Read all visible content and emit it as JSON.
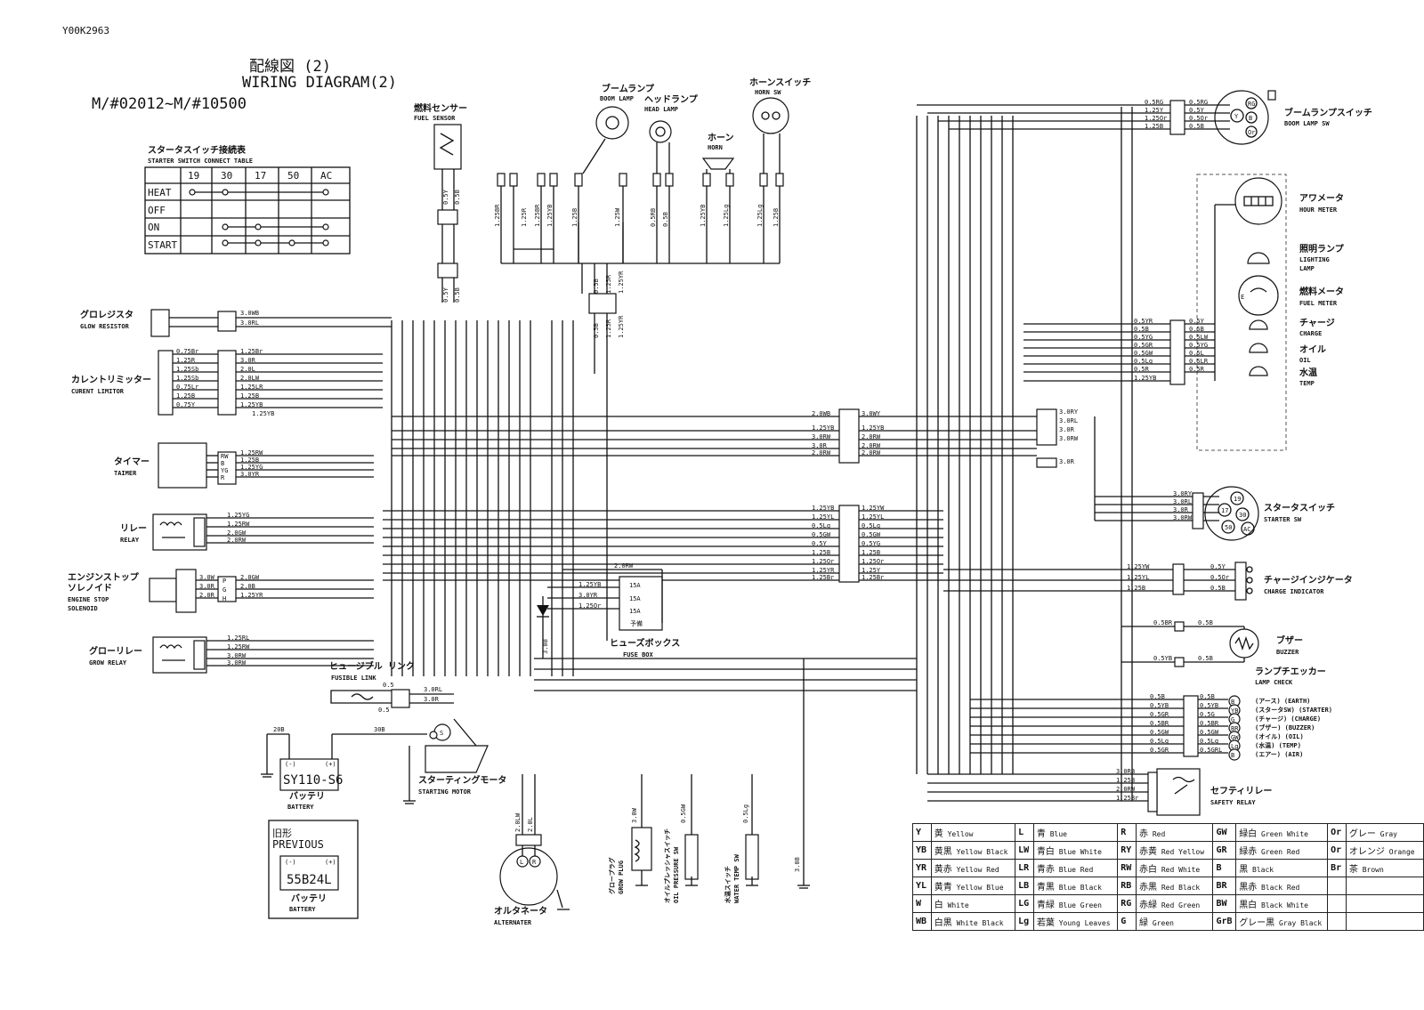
{
  "doc_id": "Y00K2963",
  "title": {
    "jp": "配線図 (2)",
    "en": "WIRING DIAGRAM(2)",
    "serial_range": "M/#02012~M/#10500"
  },
  "switch_table": {
    "title_jp": "スタータスイッチ接続表",
    "title_en": "STARTER SWITCH CONNECT TABLE",
    "columns": [
      "19",
      "30",
      "17",
      "50",
      "AC"
    ],
    "rows": [
      "HEAT",
      "OFF",
      "ON",
      "START"
    ]
  },
  "components": {
    "glow_resistor": {
      "jp": "グロレジスタ",
      "en": "GLOW RESISTOR"
    },
    "current_limitor": {
      "jp": "カレントリミッター",
      "en": "CURENT LIMITOR"
    },
    "timer": {
      "jp": "タイマー",
      "en": "TAIMER"
    },
    "relay": {
      "jp": "リレー",
      "en": "RELAY"
    },
    "engine_stop": {
      "jp1": "エンジンストップ",
      "jp2": "ソレノイド",
      "en1": "ENGINE STOP",
      "en2": "SOLENOID"
    },
    "glow_relay": {
      "jp": "グローリレー",
      "en": "GROW RELAY"
    },
    "fusible_link": {
      "jp": "ヒュージブル リンク",
      "en": "FUSIBLE LINK"
    },
    "battery": {
      "model": "SY110-S6",
      "jp": "バッテリ",
      "en": "BATTERY"
    },
    "previous_battery": {
      "jp": "旧形",
      "en": "PREVIOUS",
      "model": "55B24L",
      "bjp": "バッテリ",
      "ben": "BATTERY"
    },
    "starting_motor": {
      "jp": "スターティングモータ",
      "en": "STARTING MOTOR"
    },
    "alternator": {
      "jp": "オルタネータ",
      "en": "ALTERNATER"
    },
    "glow_plug": {
      "jp": "グロープラグ",
      "en": "GROW PLUG"
    },
    "oil_pressure_sw": {
      "jp": "オイルプレッシャスイッチ",
      "en": "OIL PRESSURE SW"
    },
    "water_temp_sw": {
      "jp": "水温スイッチ",
      "en": "WATER TEMP SW"
    },
    "fuel_sensor": {
      "jp": "燃料センサー",
      "en": "FUEL SENSOR"
    },
    "boom_lamp": {
      "jp": "ブームランプ",
      "en": "BOOM LAMP"
    },
    "head_lamp": {
      "jp": "ヘッドランプ",
      "en": "HEAD LAMP"
    },
    "horn": {
      "jp": "ホーン",
      "en": "HORN"
    },
    "horn_sw": {
      "jp": "ホーンスイッチ",
      "en": "HORN SW"
    },
    "fuse_box": {
      "jp": "ヒューズボックス",
      "en": "FUSE BOX"
    },
    "boom_lamp_sw": {
      "jp": "ブームランプスイッチ",
      "en": "BOOM LAMP SW"
    },
    "hour_meter": {
      "jp": "アワメータ",
      "en": "HOUR METER"
    },
    "lighting_lamp": {
      "jp": "照明ランプ",
      "en1": "LIGHTING",
      "en2": "LAMP"
    },
    "fuel_meter": {
      "jp": "燃料メータ",
      "en": "FUEL METER"
    },
    "charge": {
      "jp": "チャージ",
      "en": "CHARGE"
    },
    "oil": {
      "jp": "オイル",
      "en": "OIL"
    },
    "temp": {
      "jp": "水温",
      "en": "TEMP"
    },
    "starter_sw": {
      "jp": "スタータスイッチ",
      "en": "STARTER SW"
    },
    "charge_indicator": {
      "jp": "チャージインジケータ",
      "en": "CHARGE INDICATOR"
    },
    "buzzer": {
      "jp": "ブザー",
      "en": "BUZZER"
    },
    "lamp_check": {
      "jp": "ランプチエッカー",
      "en": "LAMP CHECK",
      "items": [
        "(アース) (EARTH)",
        "(スタータSW) (STARTER)",
        "(チャージ) (CHARGE)",
        "(ブザー) (BUZZER)",
        "(オイル) (OIL)",
        "(水温) (TEMP)",
        "(エアー) (AIR)"
      ]
    },
    "safety_relay": {
      "jp": "セフティリレー",
      "en": "SAFETY RELAY"
    }
  },
  "fuse_box_fuses": [
    "15A",
    "15A",
    "15A",
    "予備"
  ],
  "wire_labels": {
    "glow_res": [
      "3.0WB",
      "3.0RL"
    ],
    "limitor_left": [
      "0.75Br",
      "1.25R",
      "1.25Sb",
      "1.25Sb",
      "0.75Lr",
      "1.25B",
      "0.75Y"
    ],
    "limitor_right": [
      "1.25Br",
      "3.0R",
      "2.0L",
      "2.0LW",
      "1.25LR",
      "1.25B",
      "1.25YB"
    ],
    "timer_pins": [
      "RW",
      "B",
      "YG",
      "R"
    ],
    "timer_wires": [
      "1.25RW",
      "1.25B",
      "1.25YG",
      "3.0YR"
    ],
    "relay_wires": [
      "1.25YG",
      "1.25RW",
      "2.0GW",
      "2.0RW"
    ],
    "solenoid_pins": [
      "P",
      "G",
      "H"
    ],
    "solenoid_left": [
      "3.0W",
      "3.0R",
      "2.0R"
    ],
    "solenoid_right": [
      "2.0GW",
      "2.0B",
      "1.25YR"
    ],
    "glow_relay_wires": [
      "1.25RL",
      "1.25RW",
      "3.0RW",
      "3.0RW"
    ],
    "fusible": [
      "0.5",
      "3.0RL",
      "3.0R",
      "0.5"
    ],
    "battery": [
      "20B",
      "30B"
    ],
    "center_left_a": [
      "2.0WB",
      "1.25YB",
      "3.0RW",
      "3.0R",
      "2.0RW"
    ],
    "center_right_a": [
      "3.0WY",
      "1.25YB",
      "2.0RW",
      "2.0RW",
      "2.0RW"
    ],
    "center_left_b": [
      "1.25YB",
      "1.25YL",
      "0.5Lg",
      "0.5GW",
      "0.5Y",
      "1.25B",
      "1.25Or",
      "1.25YR",
      "1.25Br"
    ],
    "center_right_b": [
      "1.25YW",
      "1.25YL",
      "0.5Lg",
      "0.5GW",
      "0.5YG",
      "1.25B",
      "1.25Or",
      "1.25Y",
      "1.25Br"
    ],
    "fuse_in": [
      "2.0RW",
      "1.25YB",
      "3.0YR",
      "1.25Or"
    ],
    "hdr_center": [
      "3.0RY",
      "3.0RL",
      "3.0R",
      "3.0RW",
      "3.0R"
    ],
    "top_vert": [
      "0.5Y",
      "0.5B",
      "0.5B",
      "1.25BR",
      "1.25R",
      "1.25YB",
      "1.25B",
      "1.25YR",
      "1.25W",
      "0.5RB",
      "0.5B",
      "1.25YB",
      "1.25Lg",
      "1.25Lg",
      "1.25B",
      "0.5B",
      "1.25R",
      "1.25YR",
      "0.5Y",
      "0.5B"
    ],
    "boom_sw": [
      "0.5RG",
      "1.25Y",
      "1.25Or",
      "1.25B"
    ],
    "boom_sw_r": [
      "0.5RG",
      "0.5Y",
      "0.5Or",
      "0.5B"
    ],
    "meter_left": [
      "0.5YR",
      "0.5B",
      "0.5YG",
      "0.5GR",
      "0.5GW",
      "0.5Lg",
      "0.5R",
      "1.25YB"
    ],
    "meter_right": [
      "0.5Y",
      "0.5B",
      "0.5LW",
      "0.5YG",
      "0.5L",
      "0.5LR",
      "0.5R"
    ],
    "starter": [
      "3.0RY",
      "3.0RL",
      "3.0R",
      "3.0RW"
    ],
    "charge_ind_l": [
      "1.25YW",
      "1.25YL",
      "1.25B"
    ],
    "charge_ind_r": [
      "0.5Y",
      "0.5Or",
      "0.5B"
    ],
    "buzzer": [
      "0.5BR",
      "0.5B",
      "0.5YB",
      "0.5B"
    ],
    "lamp_check_l": [
      "0.5B",
      "0.5YB",
      "0.5GR",
      "0.5BR",
      "0.5GW",
      "0.5Lg",
      "0.5GR"
    ],
    "lamp_check_r": [
      "0.5B",
      "0.5YB",
      "0.5G",
      "0.5BR",
      "0.5GW",
      "0.5Lg",
      "0.5GRL"
    ],
    "lamp_pins": [
      "B",
      "YB",
      "G",
      "BR",
      "GW",
      "Lg",
      "B"
    ],
    "safety": [
      "3.0RB",
      "1.25B",
      "2.0RW",
      "1.25Br"
    ],
    "bottom": [
      "2.0LW",
      "2.0L",
      "3.0W",
      "0.5GW",
      "0.5Lg",
      "3.0B",
      "3.0B"
    ],
    "starter_pins": [
      "19",
      "17",
      "30",
      "50",
      "AC"
    ]
  },
  "color_codes": [
    [
      {
        "c": "Y",
        "j": "黄",
        "e": "Yellow"
      },
      {
        "c": "L",
        "j": "青",
        "e": "Blue"
      },
      {
        "c": "R",
        "j": "赤",
        "e": "Red"
      },
      {
        "c": "GW",
        "j": "緑白",
        "e": "Green White"
      },
      {
        "c": "Or",
        "j": "グレー",
        "e": "Gray"
      }
    ],
    [
      {
        "c": "YB",
        "j": "黄黒",
        "e": "Yellow Black"
      },
      {
        "c": "LW",
        "j": "青白",
        "e": "Blue White"
      },
      {
        "c": "RY",
        "j": "赤黄",
        "e": "Red Yellow"
      },
      {
        "c": "GR",
        "j": "緑赤",
        "e": "Green Red"
      },
      {
        "c": "Or",
        "j": "オレンジ",
        "e": "Orange"
      }
    ],
    [
      {
        "c": "YR",
        "j": "黄赤",
        "e": "Yellow Red"
      },
      {
        "c": "LR",
        "j": "青赤",
        "e": "Blue Red"
      },
      {
        "c": "RW",
        "j": "赤白",
        "e": "Red White"
      },
      {
        "c": "B",
        "j": "黒",
        "e": "Black"
      },
      {
        "c": "Br",
        "j": "茶",
        "e": "Brown"
      }
    ],
    [
      {
        "c": "YL",
        "j": "黄青",
        "e": "Yellow Blue"
      },
      {
        "c": "LB",
        "j": "青黒",
        "e": "Blue Black"
      },
      {
        "c": "RB",
        "j": "赤黒",
        "e": "Red Black"
      },
      {
        "c": "BR",
        "j": "黒赤",
        "e": "Black Red"
      },
      {
        "c": "",
        "j": "",
        "e": ""
      }
    ],
    [
      {
        "c": "W",
        "j": "白",
        "e": "White"
      },
      {
        "c": "LG",
        "j": "青緑",
        "e": "Blue Green"
      },
      {
        "c": "RG",
        "j": "赤緑",
        "e": "Red Green"
      },
      {
        "c": "BW",
        "j": "黒白",
        "e": "Black White"
      },
      {
        "c": "",
        "j": "",
        "e": ""
      }
    ],
    [
      {
        "c": "WB",
        "j": "白黒",
        "e": "White Black"
      },
      {
        "c": "Lg",
        "j": "若葉",
        "e": "Young Leaves"
      },
      {
        "c": "G",
        "j": "緑",
        "e": "Green"
      },
      {
        "c": "GrB",
        "j": "グレー黒",
        "e": "Gray Black"
      },
      {
        "c": "",
        "j": "",
        "e": ""
      }
    ]
  ]
}
